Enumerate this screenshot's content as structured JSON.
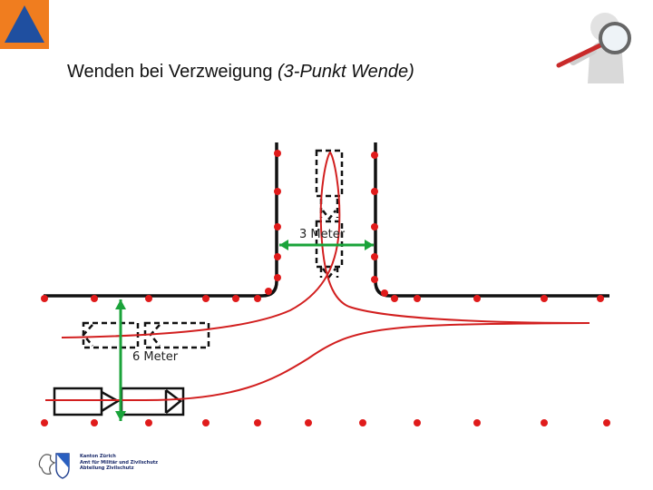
{
  "title": {
    "main": "Wenden bei Verzweigung ",
    "italic": "(3-Punkt Wende)"
  },
  "measurements": {
    "top_width": "3 Meter",
    "left_width": "6 Meter"
  },
  "footer": {
    "line1": "Kanton Zürich",
    "line2": "Amt für Militär und Zivilschutz",
    "line3": "Abteilung Zivilschutz"
  },
  "colors": {
    "logo_orange": "#f07d1f",
    "logo_blue": "#1f4fa0",
    "marker_red": "#e01b1b",
    "path_red": "#d21f1f",
    "measure_green": "#1aa33a",
    "road_black": "#111111"
  },
  "icons": [
    "civil-protection-logo",
    "magnifier-figure-icon",
    "canton-zurich-logo"
  ]
}
